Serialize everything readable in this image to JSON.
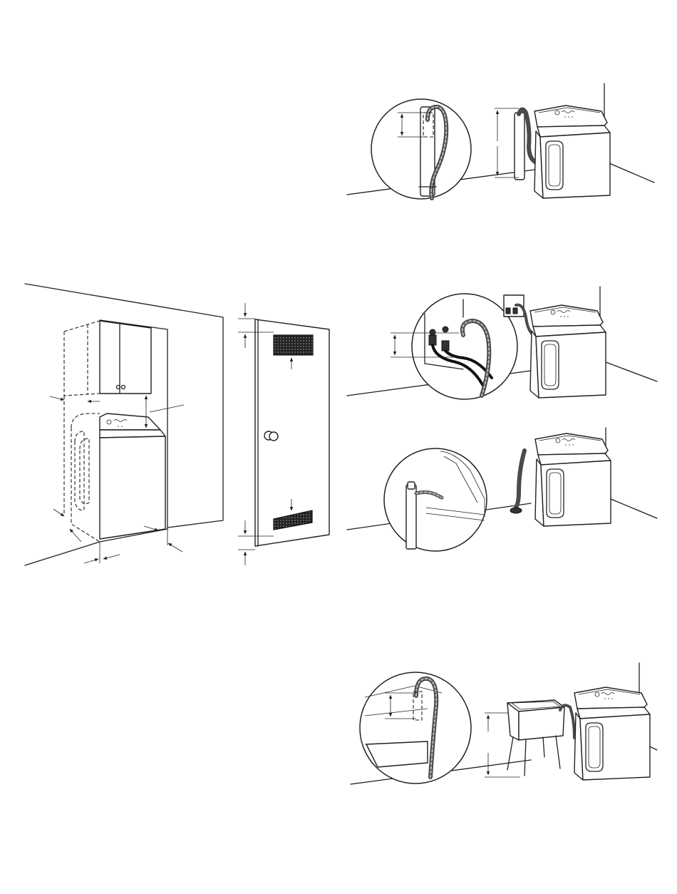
{
  "figures": [
    {
      "id": "standpipe",
      "icon": "washer-standpipe-drain-illustration"
    },
    {
      "id": "recessed-closet",
      "icon": "washer-recessed-closet-clearance-illustration"
    },
    {
      "id": "closet-door",
      "icon": "closet-door-ventilation-openings-illustration"
    },
    {
      "id": "wall-box",
      "icon": "washer-wall-box-drain-illustration"
    },
    {
      "id": "floor-drain",
      "icon": "washer-floor-drain-illustration"
    },
    {
      "id": "laundry-tub",
      "icon": "washer-laundry-tub-drain-illustration"
    }
  ],
  "colors": {
    "line": "#231f20",
    "background": "#ffffff",
    "hose": "#4a4a4a"
  }
}
